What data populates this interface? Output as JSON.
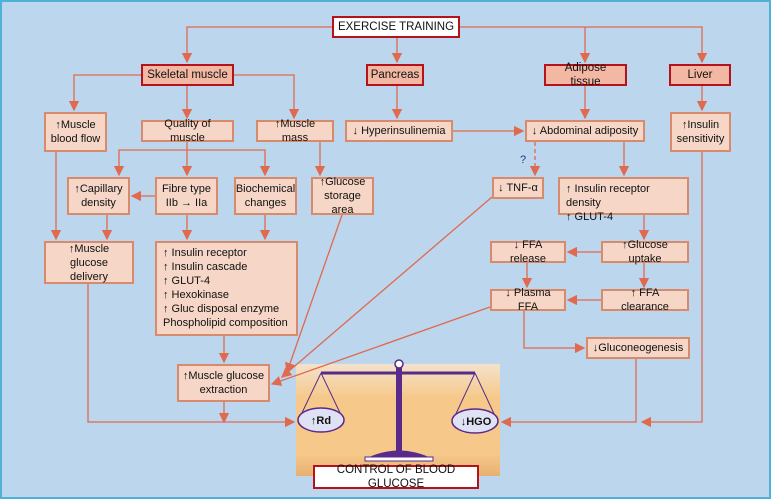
{
  "title": "EXERCISE TRAINING",
  "organs": {
    "skeletal": "Skeletal muscle",
    "pancreas": "Pancreas",
    "adipose": "Adipose tissue",
    "liver": "Liver"
  },
  "muscle": {
    "blood_flow": "↑Muscle\nblood flow",
    "quality": "Quality of muscle",
    "mass": "↑Muscle mass",
    "capillary": "↑Capillary\ndensity",
    "fibre": "Fibre type\nIIb → IIa",
    "biochem": "Biochemical\nchanges",
    "storage": "↑Glucose\nstorage area",
    "delivery": "↑Muscle glucose\ndelivery",
    "insulin_list": "↑ Insulin receptor\n↑ Insulin cascade\n↑ GLUT-4\n↑ Hexokinase\n↑ Gluc disposal enzyme\nPhospholipid composition",
    "extraction": "↑Muscle glucose\nextraction"
  },
  "pancreas": {
    "hyper": "↓ Hyperinsulinemia"
  },
  "adipose": {
    "abdominal": "↓ Abdominal adiposity",
    "question": "?",
    "tnf": "↓ TNF-α",
    "receptor": "↑ Insulin receptor density\n↑ GLUT-4",
    "uptake": "↑Glucose uptake",
    "ffa_release": "↓ FFA release",
    "ffa_clear": "↑ FFA clearance",
    "plasma": "↓ Plasma FFA",
    "gluconeo": "↓Gluconeogenesis"
  },
  "liver": {
    "sensitivity": "↑Insulin\nsensitivity"
  },
  "scale": {
    "left": "↑Rd",
    "right": "↓HGO",
    "label": "CONTROL OF BLOOD GLUCOSE"
  },
  "colors": {
    "arrow": "#e06a4e",
    "header_border": "#b5121b",
    "background": "#bcd6ee",
    "scale": "#5a2a8a"
  }
}
